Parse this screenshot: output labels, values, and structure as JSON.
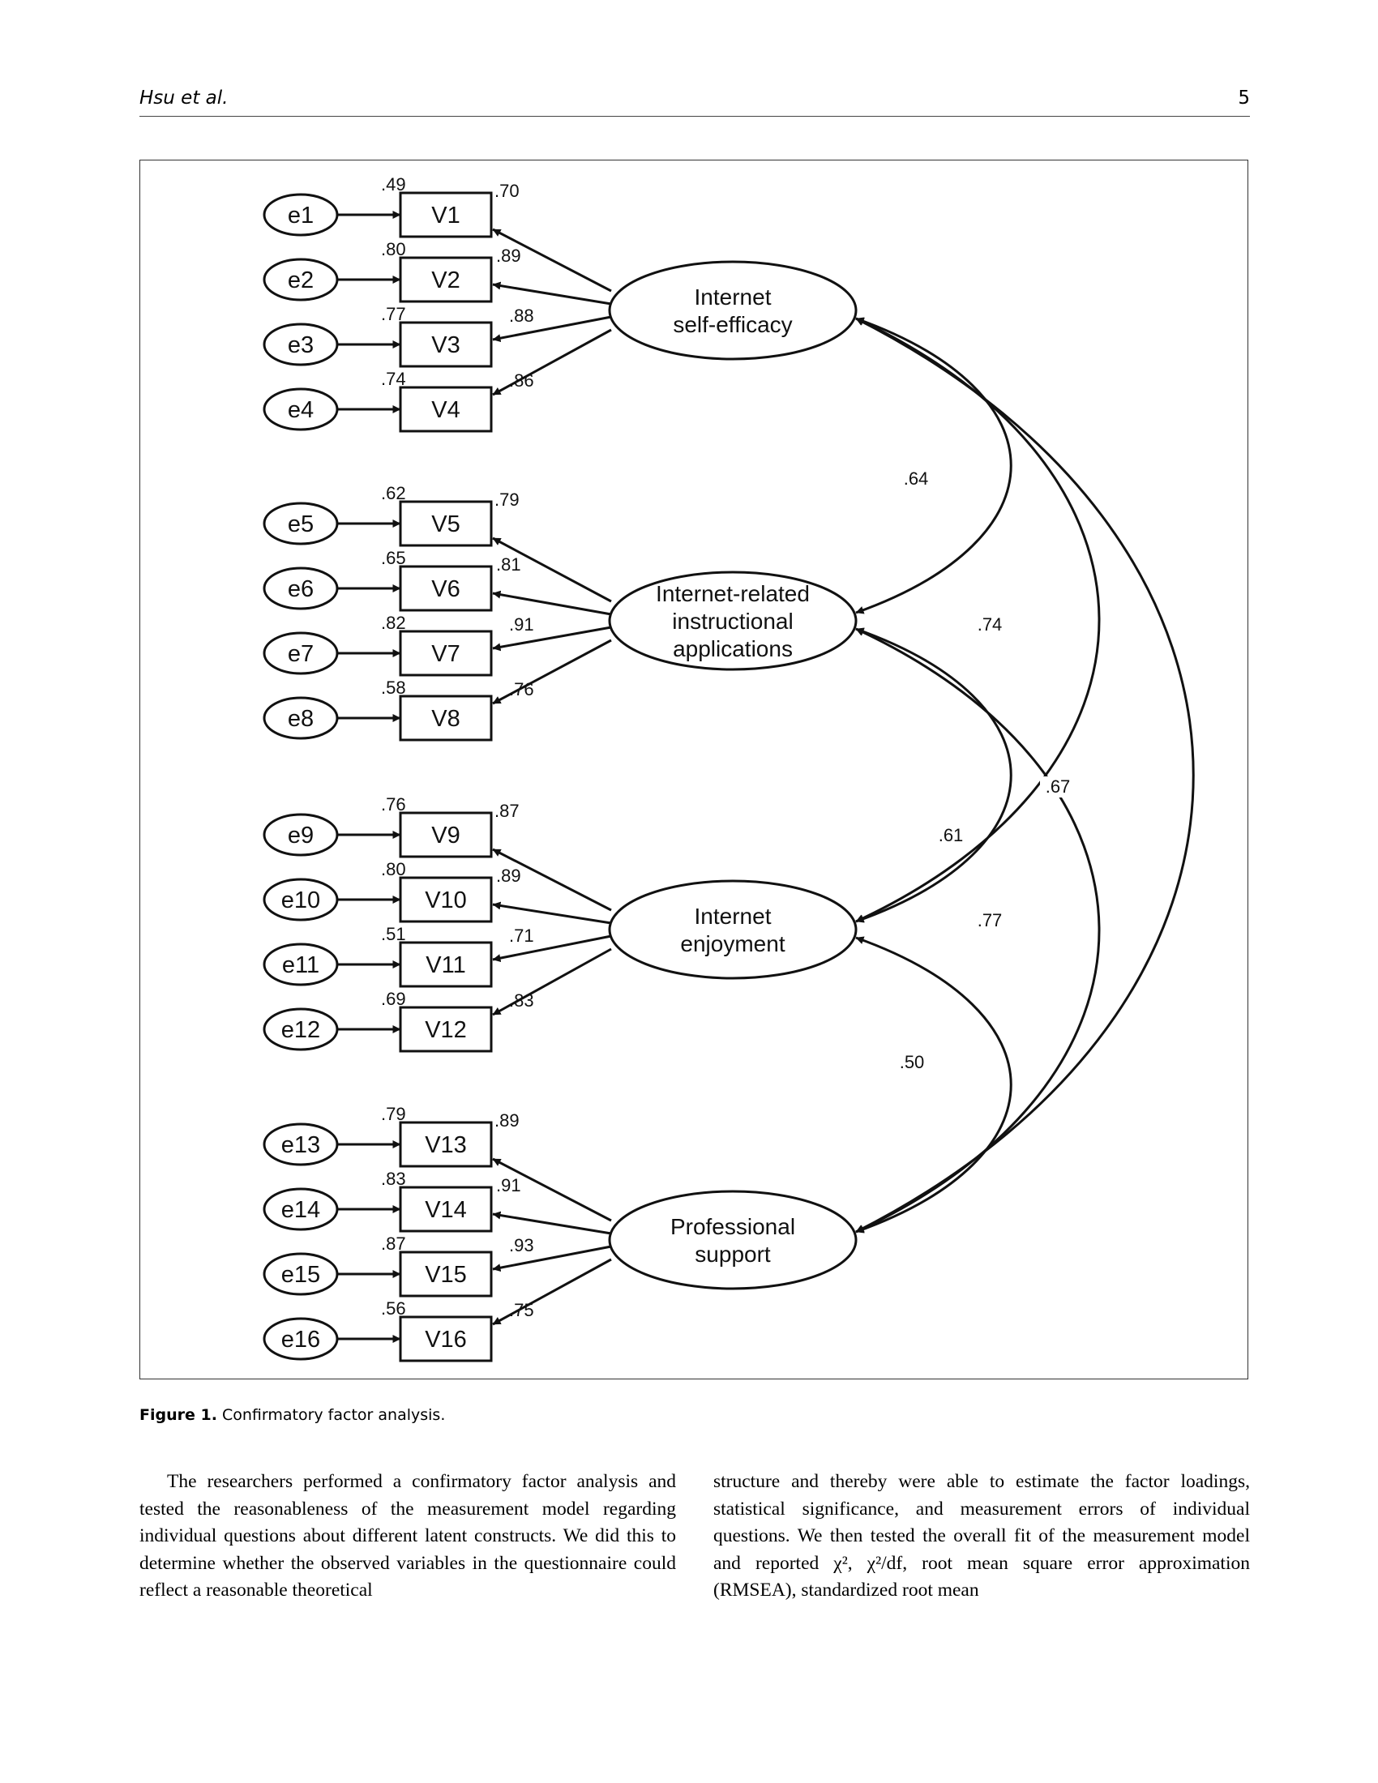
{
  "header": {
    "running_head": "Hsu et al.",
    "page_number": "5"
  },
  "figure": {
    "caption_label": "Figure 1.",
    "caption_text": "Confirmatory factor analysis.",
    "factors": [
      {
        "id": "F1",
        "lines": [
          "Internet",
          "self-efficacy"
        ],
        "indicators": [
          "V1",
          "V2",
          "V3",
          "V4"
        ],
        "errors": [
          "e1",
          "e2",
          "e3",
          "e4"
        ],
        "r2": [
          ".49",
          ".80",
          ".77",
          ".74"
        ],
        "loadings": [
          ".70",
          ".89",
          ".88",
          ".86"
        ]
      },
      {
        "id": "F2",
        "lines": [
          "Internet-related",
          "instructional",
          "applications"
        ],
        "indicators": [
          "V5",
          "V6",
          "V7",
          "V8"
        ],
        "errors": [
          "e5",
          "e6",
          "e7",
          "e8"
        ],
        "r2": [
          ".62",
          ".65",
          ".82",
          ".58"
        ],
        "loadings": [
          ".79",
          ".81",
          ".91",
          ".76"
        ]
      },
      {
        "id": "F3",
        "lines": [
          "Internet",
          "enjoyment"
        ],
        "indicators": [
          "V9",
          "V10",
          "V11",
          "V12"
        ],
        "errors": [
          "e9",
          "e10",
          "e11",
          "e12"
        ],
        "r2": [
          ".76",
          ".80",
          ".51",
          ".69"
        ],
        "loadings": [
          ".87",
          ".89",
          ".71",
          ".83"
        ]
      },
      {
        "id": "F4",
        "lines": [
          "Professional",
          "support"
        ],
        "indicators": [
          "V13",
          "V14",
          "V15",
          "V16"
        ],
        "errors": [
          "e13",
          "e14",
          "e15",
          "e16"
        ],
        "r2": [
          ".79",
          ".83",
          ".87",
          ".56"
        ],
        "loadings": [
          ".89",
          ".91",
          ".93",
          ".75"
        ]
      }
    ],
    "correlations": [
      {
        "from": "F1",
        "to": "F2",
        "value": ".64"
      },
      {
        "from": "F2",
        "to": "F3",
        "value": ".74"
      },
      {
        "from": "F3",
        "to": "F4",
        "value": ".61"
      },
      {
        "from": "F1",
        "to": "F3",
        "value": ".67"
      },
      {
        "from": "F2",
        "to": "F4",
        "value": ".77"
      },
      {
        "from": "F1",
        "to": "F4",
        "value": ".50"
      }
    ]
  },
  "body": {
    "left_column": "The researchers performed a confirmatory factor analysis and tested the reasonableness of the measurement model regarding individual questions about different latent constructs. We did this to determine whether the observed variables in the questionnaire could reflect a reasonable theoretical",
    "right_column": "structure and thereby were able to estimate the factor loadings, statistical significance, and measurement errors of individual questions. We then tested the overall fit of the measurement model and reported χ², χ²/df, root mean square error approximation (RMSEA), standardized root mean"
  }
}
